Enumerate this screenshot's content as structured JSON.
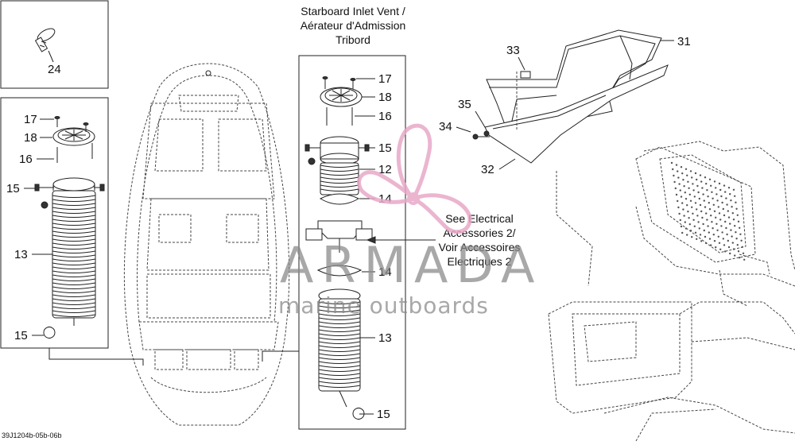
{
  "header": {
    "title_line1": "Starboard Inlet Vent /",
    "title_line2": "Aérateur d'Admission",
    "title_line3": "Tribord"
  },
  "note": {
    "line1": "See Electrical",
    "line2": "Accessories 2/",
    "line3": "Voir Accessoires",
    "line4": "Electriques 2"
  },
  "callouts": {
    "c24": "24",
    "left": {
      "c17": "17",
      "c18": "18",
      "c16": "16",
      "c15a": "15",
      "c13": "13",
      "c15b": "15"
    },
    "center": {
      "c17": "17",
      "c18": "18",
      "c16": "16",
      "c15a": "15",
      "c12": "12",
      "c14a": "14",
      "c14b": "14",
      "c13": "13",
      "c15b": "15"
    },
    "right": {
      "c33": "33",
      "c31": "31",
      "c35": "35",
      "c34": "34",
      "c32": "32"
    }
  },
  "watermark": {
    "brand": "ARMADA",
    "tagline": "marine outboards",
    "logo_color": "#e8a9c8",
    "text_color": "#8b8b8b"
  },
  "figure_code": "39J1204b-05b-06b"
}
